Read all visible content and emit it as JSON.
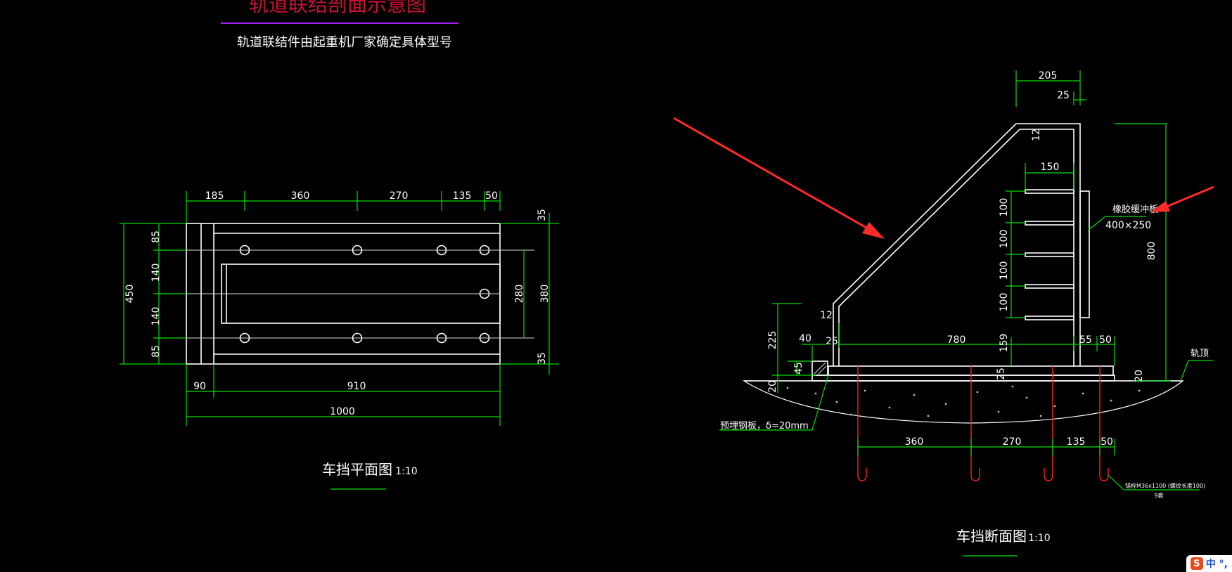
{
  "header": {
    "main_title": "轨道联结剖面示意图",
    "note": "轨道联结件由起重机厂家确定具体型号"
  },
  "plan_view": {
    "title": "车挡平面图",
    "scale": "1:10",
    "top_dims": [
      "185",
      "360",
      "270",
      "135",
      "50"
    ],
    "left_dims": [
      "85",
      "140",
      "140",
      "85"
    ],
    "left_total": "450",
    "right_dims": [
      "35",
      "280",
      "380",
      "35"
    ],
    "bottom_dims": [
      "90",
      "910"
    ],
    "bottom_total": "1000"
  },
  "section_view": {
    "title": "车挡断面图",
    "scale": "1:10",
    "top_dims": [
      "205",
      "25",
      "12",
      "150"
    ],
    "rib_spacing": [
      "100",
      "100",
      "100",
      "100"
    ],
    "height_total": "800",
    "left_dims": [
      "12",
      "225",
      "40",
      "25",
      "45",
      "20"
    ],
    "base_dims": [
      "780",
      "159",
      "55",
      "50",
      "25",
      "20"
    ],
    "bottom_dims": [
      "360",
      "270",
      "135",
      "50"
    ],
    "rubber_label": "橡胶缓冲板",
    "rubber_size": "400×250",
    "rail_top_label": "轨顶",
    "plate_label": "预埋钢板，δ=20mm",
    "bolt_label": "锚栓M36x1100 (螺纹长度100)",
    "bolt_count": "9套"
  },
  "ime": {
    "logo": "S",
    "text": "中 °,"
  },
  "colors": {
    "background": "#000000",
    "line": "#ffffff",
    "dimension": "#00e000",
    "anchor": "#ff2020",
    "title": "#cc1133",
    "title_underline": "#a020f0",
    "arrow": "#ff2a2a"
  }
}
